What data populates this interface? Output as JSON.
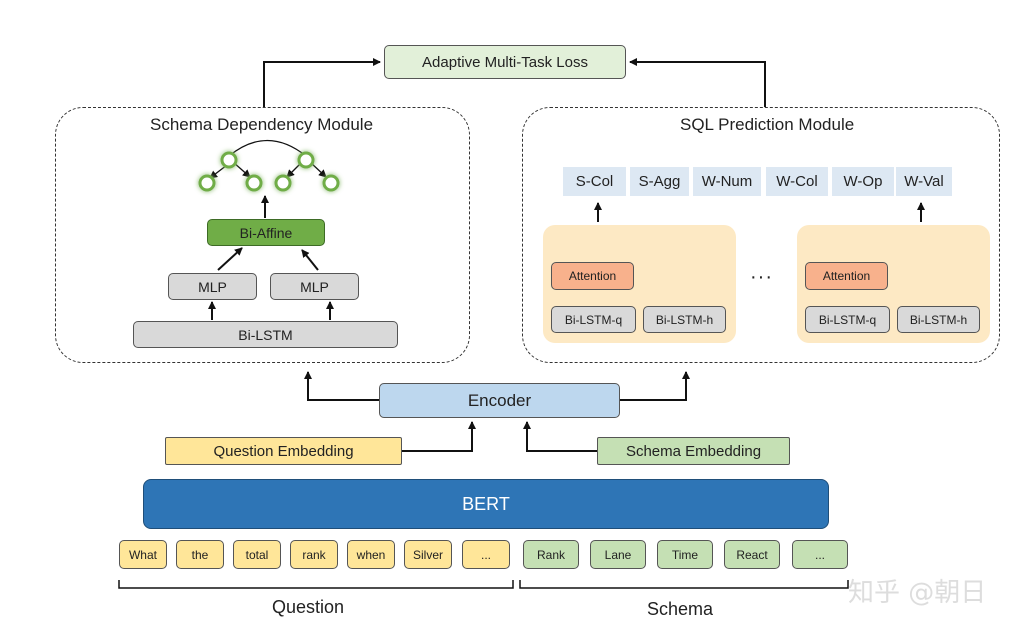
{
  "loss": {
    "label": "Adaptive Multi-Task Loss"
  },
  "schema_module": {
    "title": "Schema Dependency Module",
    "biaffine": "Bi-Affine",
    "mlp_left": "MLP",
    "mlp_right": "MLP",
    "bilstm": "Bi-LSTM"
  },
  "sql_module": {
    "title": "SQL Prediction Module",
    "tags": [
      "S-Col",
      "S-Agg",
      "W-Num",
      "W-Col",
      "W-Op",
      "W-Val"
    ],
    "left_block": {
      "attention": "Attention",
      "lstm_q": "Bi-LSTM-q",
      "lstm_h": "Bi-LSTM-h"
    },
    "right_block": {
      "attention": "Attention",
      "lstm_q": "Bi-LSTM-q",
      "lstm_h": "Bi-LSTM-h"
    },
    "ellipsis": "···"
  },
  "encoder": {
    "label": "Encoder"
  },
  "question_embedding": {
    "label": "Question Embedding"
  },
  "schema_embedding": {
    "label": "Schema Embedding"
  },
  "bert": {
    "label": "BERT"
  },
  "question_tokens": [
    "What",
    "the",
    "total",
    "rank",
    "when",
    "Silver",
    "..."
  ],
  "schema_tokens": [
    "Rank",
    "Lane",
    "Time",
    "React",
    "..."
  ],
  "brackets": {
    "question": "Question",
    "schema": "Schema"
  },
  "watermark": "知乎 @朝日",
  "colors": {
    "bert": "#2e75b6",
    "encoder": "#bdd7ee",
    "biaffine": "#70ad47",
    "attention": "#f8b18c",
    "lstm_area": "#fde9c4",
    "question_token": "#ffe699",
    "schema_token": "#c5e0b4",
    "node": "#70ad47"
  }
}
